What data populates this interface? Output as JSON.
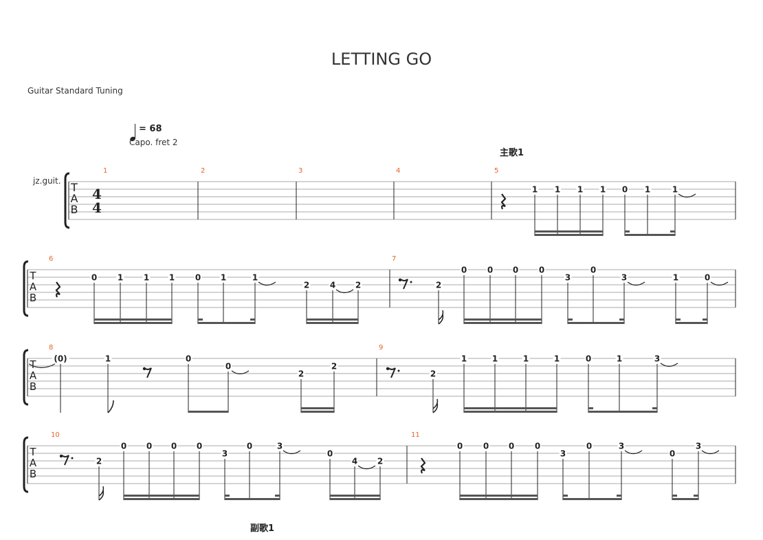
{
  "title": "LETTING GO",
  "tuning": "Guitar Standard Tuning",
  "tempo": {
    "text": "= 68"
  },
  "capo": "Capo. fret 2",
  "instrument": "jz.guit.",
  "sections": {
    "verse": "主歌1",
    "chorus": "副歌1"
  },
  "clef": [
    "T",
    "A",
    "B"
  ],
  "time_signature": [
    "4",
    "4"
  ],
  "colors": {
    "measure_number": "#e8622c",
    "staff_line": "#a8a8a8",
    "text": "#222222"
  },
  "systems": [
    {
      "measures": [
        {
          "number": "1",
          "notes": []
        },
        {
          "number": "2",
          "notes": []
        },
        {
          "number": "3",
          "notes": []
        },
        {
          "number": "4",
          "notes": []
        },
        {
          "number": "5",
          "rest": "quarter",
          "notes": [
            {
              "fret": "1",
              "string": 2
            },
            {
              "fret": "1",
              "string": 2
            },
            {
              "fret": "1",
              "string": 2
            },
            {
              "fret": "1",
              "string": 2
            },
            {
              "fret": "0",
              "string": 2
            },
            {
              "fret": "1",
              "string": 2
            },
            {
              "fret": "1",
              "string": 2,
              "tie": true
            }
          ]
        }
      ]
    },
    {
      "measures": [
        {
          "number": "6",
          "rest": "quarter",
          "notes": [
            {
              "fret": "0",
              "string": 2
            },
            {
              "fret": "1",
              "string": 2
            },
            {
              "fret": "1",
              "string": 2
            },
            {
              "fret": "1",
              "string": 2
            },
            {
              "fret": "0",
              "string": 2
            },
            {
              "fret": "1",
              "string": 2
            },
            {
              "fret": "1",
              "string": 2,
              "tie": true
            },
            {
              "fret": "2",
              "string": 3
            },
            {
              "fret": "4",
              "string": 3,
              "tie": true
            },
            {
              "fret": "2",
              "string": 3
            }
          ]
        },
        {
          "number": "7",
          "rest": "eighth-dotted",
          "notes": [
            {
              "fret": "2",
              "string": 3
            },
            {
              "fret": "0",
              "string": 1
            },
            {
              "fret": "0",
              "string": 1
            },
            {
              "fret": "0",
              "string": 1
            },
            {
              "fret": "0",
              "string": 1
            },
            {
              "fret": "3",
              "string": 2
            },
            {
              "fret": "0",
              "string": 1
            },
            {
              "fret": "3",
              "string": 2,
              "tie": true
            },
            {
              "fret": "1",
              "string": 2
            },
            {
              "fret": "0",
              "string": 2,
              "tie": true
            }
          ]
        }
      ]
    },
    {
      "measures": [
        {
          "number": "8",
          "notes": [
            {
              "fret": "(0)",
              "string": 1
            },
            {
              "fret": "1",
              "string": 1
            },
            {
              "fret": "0",
              "string": 1
            },
            {
              "fret": "0",
              "string": 2,
              "tie": true
            },
            {
              "fret": "2",
              "string": 3
            },
            {
              "fret": "2",
              "string": 2
            }
          ]
        },
        {
          "number": "9",
          "rest": "eighth-dotted",
          "notes": [
            {
              "fret": "2",
              "string": 3
            },
            {
              "fret": "1",
              "string": 1
            },
            {
              "fret": "1",
              "string": 1
            },
            {
              "fret": "1",
              "string": 1
            },
            {
              "fret": "1",
              "string": 1
            },
            {
              "fret": "0",
              "string": 1
            },
            {
              "fret": "1",
              "string": 1
            },
            {
              "fret": "3",
              "string": 1,
              "tie": true
            }
          ]
        }
      ]
    },
    {
      "measures": [
        {
          "number": "10",
          "rest": "eighth-dotted",
          "notes": [
            {
              "fret": "2",
              "string": 3
            },
            {
              "fret": "0",
              "string": 1
            },
            {
              "fret": "0",
              "string": 1
            },
            {
              "fret": "0",
              "string": 1
            },
            {
              "fret": "0",
              "string": 1
            },
            {
              "fret": "3",
              "string": 2
            },
            {
              "fret": "0",
              "string": 1
            },
            {
              "fret": "3",
              "string": 1,
              "tie": true
            },
            {
              "fret": "0",
              "string": 2
            },
            {
              "fret": "4",
              "string": 3,
              "tie": true
            },
            {
              "fret": "2",
              "string": 3
            }
          ]
        },
        {
          "number": "11",
          "rest": "quarter",
          "notes": [
            {
              "fret": "0",
              "string": 1
            },
            {
              "fret": "0",
              "string": 1
            },
            {
              "fret": "0",
              "string": 1
            },
            {
              "fret": "0",
              "string": 1
            },
            {
              "fret": "3",
              "string": 2
            },
            {
              "fret": "0",
              "string": 1
            },
            {
              "fret": "3",
              "string": 1,
              "tie": true
            },
            {
              "fret": "0",
              "string": 2
            },
            {
              "fret": "3",
              "string": 1,
              "tie": true
            }
          ]
        }
      ]
    }
  ]
}
